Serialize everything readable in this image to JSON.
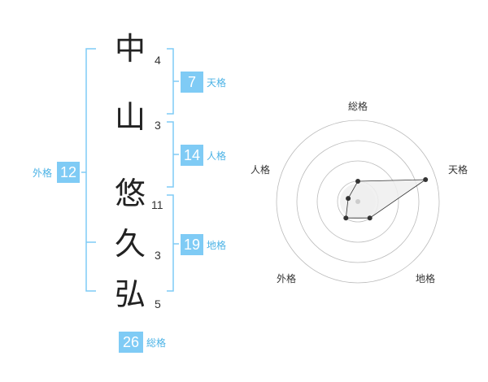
{
  "name_chars": [
    {
      "char": "中",
      "strokes": "4"
    },
    {
      "char": "山",
      "strokes": "3"
    },
    {
      "char": "悠",
      "strokes": "11"
    },
    {
      "char": "久",
      "strokes": "3"
    },
    {
      "char": "弘",
      "strokes": "5"
    }
  ],
  "fortunes": {
    "tenkaku": {
      "value": "7",
      "label": "天格"
    },
    "jinkaku": {
      "value": "14",
      "label": "人格"
    },
    "chikaku": {
      "value": "19",
      "label": "地格"
    },
    "gaikaku": {
      "value": "12",
      "label": "外格"
    },
    "soukaku": {
      "value": "26",
      "label": "総格"
    }
  },
  "colors": {
    "accent": "#7fcbf5",
    "accent_text": "#4cb3e6",
    "bracket": "#7fcbf5",
    "grid": "#bbbbbb",
    "polygon_fill": "#eeeeee",
    "polygon_stroke": "#333333"
  },
  "chart_data": {
    "type": "radar",
    "axes": [
      "総格",
      "天格",
      "地格",
      "外格",
      "人格"
    ],
    "rings": 4,
    "max": 4,
    "values": [
      1,
      3.5,
      1,
      1,
      0.5
    ]
  }
}
